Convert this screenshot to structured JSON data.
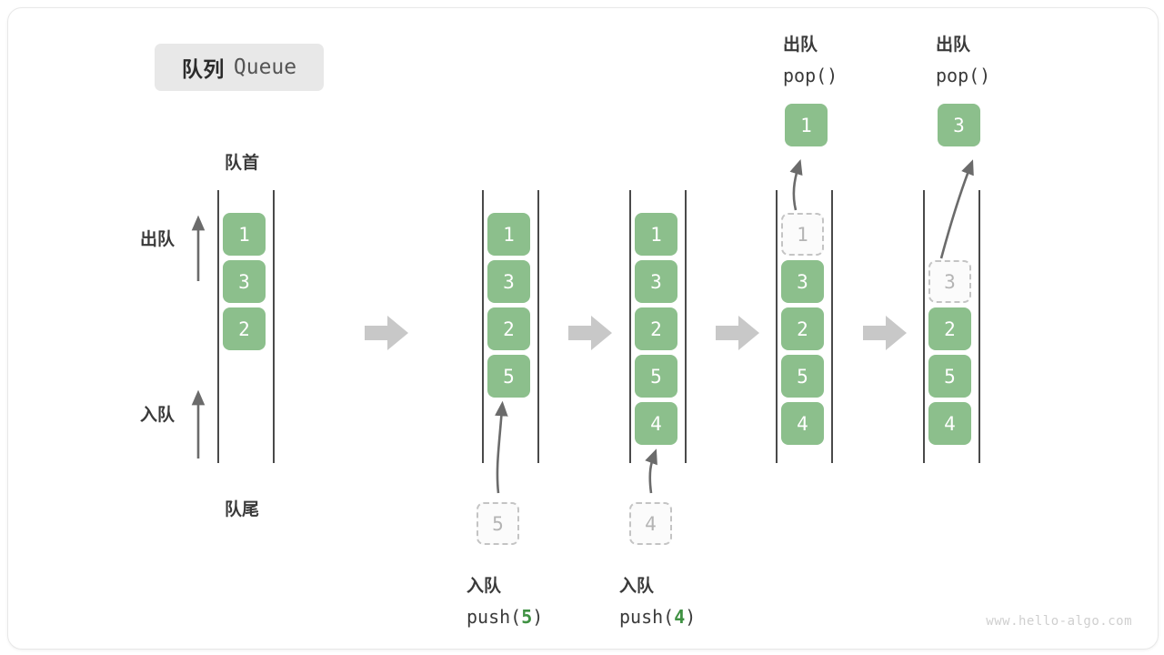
{
  "title": {
    "cn": "队列",
    "en": "Queue"
  },
  "labels": {
    "head": "队首",
    "tail": "队尾",
    "dequeue": "出队",
    "enqueue": "入队"
  },
  "watermark": "www.hello-algo.com",
  "colors": {
    "cell_fill": "#8cbf8c",
    "cell_text": "#ffffff",
    "ghost_border": "#c4c4c4",
    "ghost_text": "#b4b4b4",
    "rail": "#4a4a4a",
    "arrow_gray": "#c8c8c8",
    "accent_green": "#3f9142",
    "badge_bg": "#e8e8e8"
  },
  "stages": [
    {
      "id": "stage-initial",
      "cells": [
        {
          "value": "1",
          "ghost": false
        },
        {
          "value": "3",
          "ghost": false
        },
        {
          "value": "2",
          "ghost": false
        }
      ]
    },
    {
      "id": "stage-push-5",
      "cells": [
        {
          "value": "1",
          "ghost": false
        },
        {
          "value": "3",
          "ghost": false
        },
        {
          "value": "2",
          "ghost": false
        },
        {
          "value": "5",
          "ghost": false
        }
      ],
      "staging": {
        "value": "5",
        "ghost": true
      },
      "op_cn": "入队",
      "op_code_pre": "push(",
      "op_code_num": "5",
      "op_code_post": ")"
    },
    {
      "id": "stage-push-4",
      "cells": [
        {
          "value": "1",
          "ghost": false
        },
        {
          "value": "3",
          "ghost": false
        },
        {
          "value": "2",
          "ghost": false
        },
        {
          "value": "5",
          "ghost": false
        },
        {
          "value": "4",
          "ghost": false
        }
      ],
      "staging": {
        "value": "4",
        "ghost": true
      },
      "op_cn": "入队",
      "op_code_pre": "push(",
      "op_code_num": "4",
      "op_code_post": ")"
    },
    {
      "id": "stage-pop-1",
      "cells": [
        {
          "value": "1",
          "ghost": true
        },
        {
          "value": "3",
          "ghost": false
        },
        {
          "value": "2",
          "ghost": false
        },
        {
          "value": "5",
          "ghost": false
        },
        {
          "value": "4",
          "ghost": false
        }
      ],
      "popped": {
        "value": "1",
        "ghost": false
      },
      "op_cn": "出队",
      "op_code": "pop()"
    },
    {
      "id": "stage-pop-3",
      "cells": [
        {
          "value": "",
          "ghost": false,
          "empty": true
        },
        {
          "value": "3",
          "ghost": true
        },
        {
          "value": "2",
          "ghost": false
        },
        {
          "value": "5",
          "ghost": false
        },
        {
          "value": "4",
          "ghost": false
        }
      ],
      "popped": {
        "value": "3",
        "ghost": false
      },
      "op_cn": "出队",
      "op_code": "pop()"
    }
  ],
  "flow_arrows": 4
}
